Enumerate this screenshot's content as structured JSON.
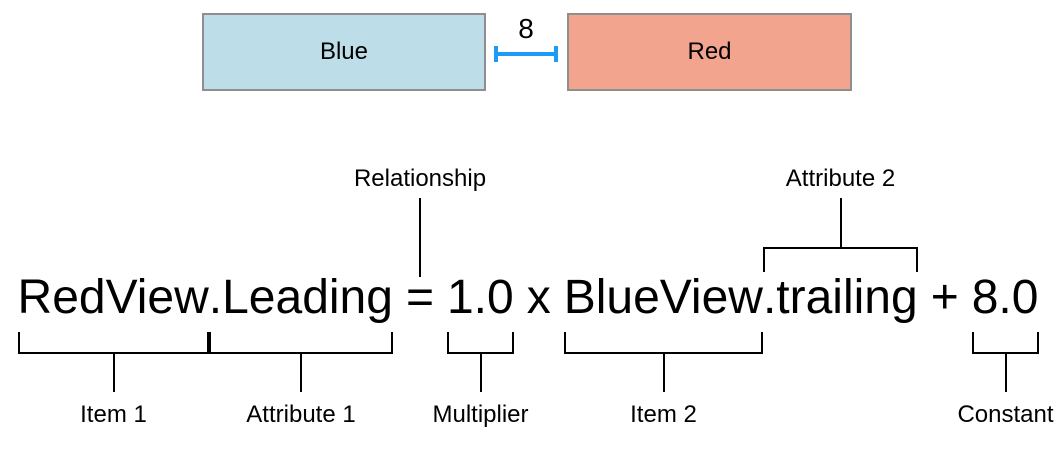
{
  "views": {
    "blue": {
      "label": "Blue",
      "fill": "#bddde9"
    },
    "red": {
      "label": "Red",
      "fill": "#f3a48f"
    },
    "spacing_value": "8"
  },
  "colors": {
    "ibeam_blue": "#1c9cf6",
    "box_border": "#8e8e8e",
    "line": "#000000",
    "text": "#000000",
    "background": "#ffffff"
  },
  "equation": {
    "full_text": "RedView.Leading = 1.0 x BlueView.trailing + 8.0",
    "segments": [
      {
        "id": "item1",
        "text": "RedView"
      },
      {
        "id": "attribute1",
        "text": ".Leading"
      },
      {
        "id": "relation",
        "text": "="
      },
      {
        "id": "multiplier",
        "text": "1.0"
      },
      {
        "id": "multiply-sign",
        "text": "x"
      },
      {
        "id": "item2",
        "text": "BlueView"
      },
      {
        "id": "attribute2",
        "text": ".trailing"
      },
      {
        "id": "plus-sign",
        "text": "+"
      },
      {
        "id": "constant",
        "text": "8.0"
      }
    ]
  },
  "annotations": [
    {
      "label": "Relationship",
      "target": "relation",
      "placement": "above-stem"
    },
    {
      "label": "Attribute 2",
      "target": "attribute2",
      "placement": "above-bracket"
    },
    {
      "label": "Item 1",
      "target": "item1",
      "placement": "below-bracket"
    },
    {
      "label": "Attribute 1",
      "target": "attribute1",
      "placement": "below-bracket"
    },
    {
      "label": "Multiplier",
      "target": "multiplier",
      "placement": "below-bracket"
    },
    {
      "label": "Item 2",
      "target": "item2",
      "placement": "below-bracket"
    },
    {
      "label": "Constant",
      "target": "constant",
      "placement": "below-bracket"
    }
  ]
}
